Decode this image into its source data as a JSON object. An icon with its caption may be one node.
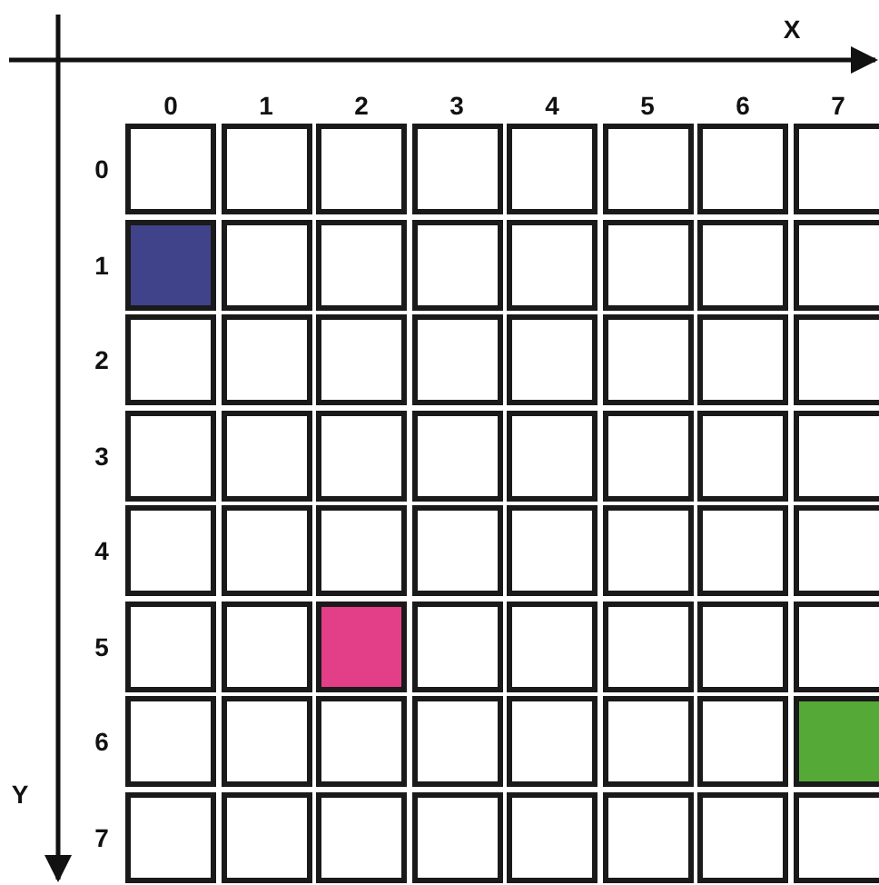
{
  "diagram": {
    "labels": [
      "X",
      "0",
      "1",
      "2",
      "3",
      "4",
      "5",
      "6",
      "7",
      "0",
      "1",
      "2",
      "3",
      "4",
      "5",
      "6",
      "Y",
      "7"
    ]
  }
}
